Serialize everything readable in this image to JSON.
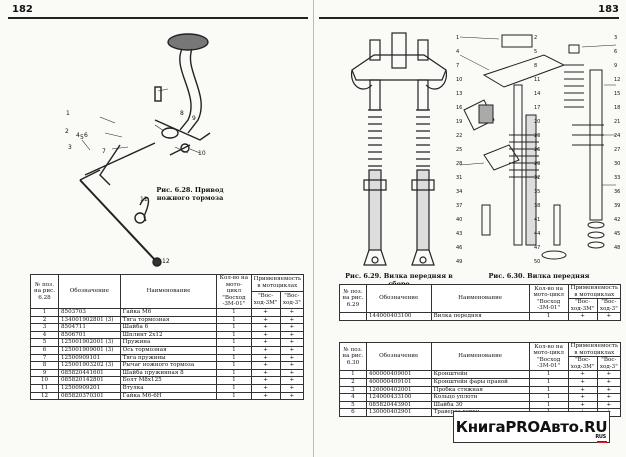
{
  "pages": {
    "left_number": "182",
    "right_number": "183"
  },
  "figures": {
    "f628_caption": "Рис. 6.28. Привод\nножного тормоза",
    "f629_caption": "Рис. 6.29. Вилка передняя в сборе",
    "f630_caption": "Рис. 6.30. Вилка передняя"
  },
  "callouts": {
    "f628": [
      "1",
      "2",
      "3",
      "4",
      "5",
      "6",
      "7",
      "8",
      "9",
      "10",
      "11",
      "12"
    ],
    "f630": [
      "1",
      "2",
      "3",
      "4",
      "5",
      "6",
      "7",
      "8",
      "9",
      "10",
      "11",
      "12",
      "13",
      "14",
      "15",
      "16",
      "17",
      "18",
      "19",
      "20",
      "21",
      "22",
      "23",
      "24",
      "25",
      "26",
      "27",
      "28",
      "29",
      "30",
      "31",
      "32",
      "33",
      "34",
      "35",
      "36",
      "37",
      "38",
      "39",
      "40",
      "41",
      "42",
      "43",
      "44",
      "45",
      "46",
      "47",
      "48",
      "49",
      "50"
    ]
  },
  "table628": {
    "headers": [
      "№ поз. на рис. 6.28",
      "Обозначение",
      "Наименование",
      "Кол-во на мото-цикл \"Восход -3М-01\"",
      "Применяемость в мотоциклах"
    ],
    "sub_headers": [
      "\"Вос-ход-3М\"",
      "\"Вос-ход-3\""
    ],
    "rows": [
      [
        "1",
        "8503703",
        "Гайка М6",
        "1",
        "+",
        "+"
      ],
      [
        "2",
        "134001902801 (3)",
        "Тяга тормозная",
        "1",
        "+",
        "+"
      ],
      [
        "3",
        "8504711",
        "Шайба 6",
        "1",
        "+",
        "+"
      ],
      [
        "4",
        "8506701",
        "Шплинт 2х12",
        "1",
        "+",
        "+"
      ],
      [
        "5",
        "125001902001 (3)",
        "Пружина",
        "1",
        "+",
        "+"
      ],
      [
        "6",
        "125001909001 (3)",
        "Ось тормозная",
        "1",
        "+",
        "+"
      ],
      [
        "7",
        "12500909101",
        "Тяга пружины",
        "1",
        "+",
        "+"
      ],
      [
        "8",
        "125001903202 (3)",
        "Рычаг ножного тормоза",
        "1",
        "+",
        "+"
      ],
      [
        "9",
        "085820441601",
        "Шайба пружинная 8",
        "1",
        "+",
        "+"
      ],
      [
        "10",
        "085820142801",
        "Болт М8х125",
        "1",
        "+",
        "+"
      ],
      [
        "11",
        "12500909201",
        "Втулка",
        "1",
        "+",
        "+"
      ],
      [
        "12",
        "085820370301",
        "Гайка М6-6Н",
        "1",
        "+",
        "+"
      ]
    ]
  },
  "table629": {
    "headers": [
      "№ поз. на рис. 6.29",
      "Обозначение",
      "Наименование",
      "Кол-во на мото-цикл \"Восход -3М-01\"",
      "Применяемость в мотоциклах"
    ],
    "sub_headers": [
      "\"Вос-ход-3М\"",
      "\"Вос-ход-3\""
    ],
    "rows": [
      [
        "",
        "14400040З100",
        "Вилка передняя",
        "1",
        "+",
        "+"
      ]
    ]
  },
  "table630": {
    "headers": [
      "№ поз. на рис. 6.30",
      "Обозначение",
      "Наименование",
      "Кол-во на мото-цикл \"Восход -3М-01\"",
      "Применяемость в мотоциклах"
    ],
    "sub_headers": [
      "\"Вос-ход-3М\"",
      "\"Вос-ход-3\""
    ],
    "rows": [
      [
        "1",
        "400000409001",
        "Кронштейн",
        "1",
        "+",
        "+"
      ],
      [
        "2",
        "400000409101",
        "Кронштейн фары правой",
        "1",
        "+",
        "+"
      ],
      [
        "3",
        "126000402001",
        "Пробка стяжная",
        "1",
        "+",
        "+"
      ],
      [
        "4",
        "12400043З100",
        "Кольцо уплотн",
        "1",
        "+",
        "+"
      ],
      [
        "5",
        "08582044З901",
        "Шайба 30",
        "1",
        "+",
        "+"
      ],
      [
        "6",
        "130000402901",
        "Траверса верхн",
        "1",
        "+",
        "+"
      ]
    ]
  },
  "watermark": {
    "text": "КнигаPROАвто",
    "suffix": ".RU",
    "tag": "RUS"
  }
}
